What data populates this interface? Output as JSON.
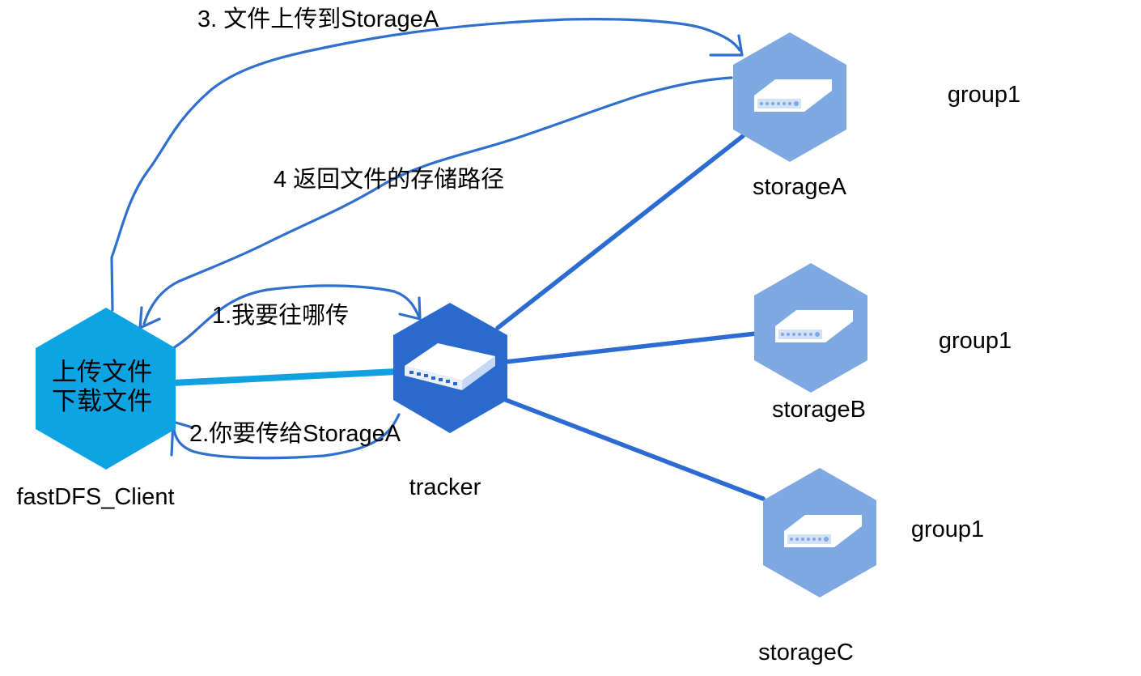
{
  "client": {
    "label": "fastDFS_Client",
    "line1": "上传文件",
    "line2": "下载文件",
    "color": "#0ea4e4"
  },
  "tracker": {
    "label": "tracker",
    "icon": "network-switch-icon",
    "color": "#2a6acd"
  },
  "storages": [
    {
      "label": "storageA",
      "group": "group1",
      "icon": "hard-drive-icon",
      "color": "#7ea8e2"
    },
    {
      "label": "storageB",
      "group": "group1",
      "icon": "hard-drive-icon",
      "color": "#7ea8e2"
    },
    {
      "label": "storageC",
      "group": "group1",
      "icon": "hard-drive-icon",
      "color": "#7ea8e2"
    }
  ],
  "steps": {
    "step1": "1.我要往哪传",
    "step2": "2.你要传给StorageA",
    "step3": "3. 文件上传到StorageA",
    "step4": "4 返回文件的存储路径"
  },
  "colors": {
    "link": "#2c6bd2",
    "client_link": "#11a0e0",
    "arrow": "#2f6fce"
  }
}
